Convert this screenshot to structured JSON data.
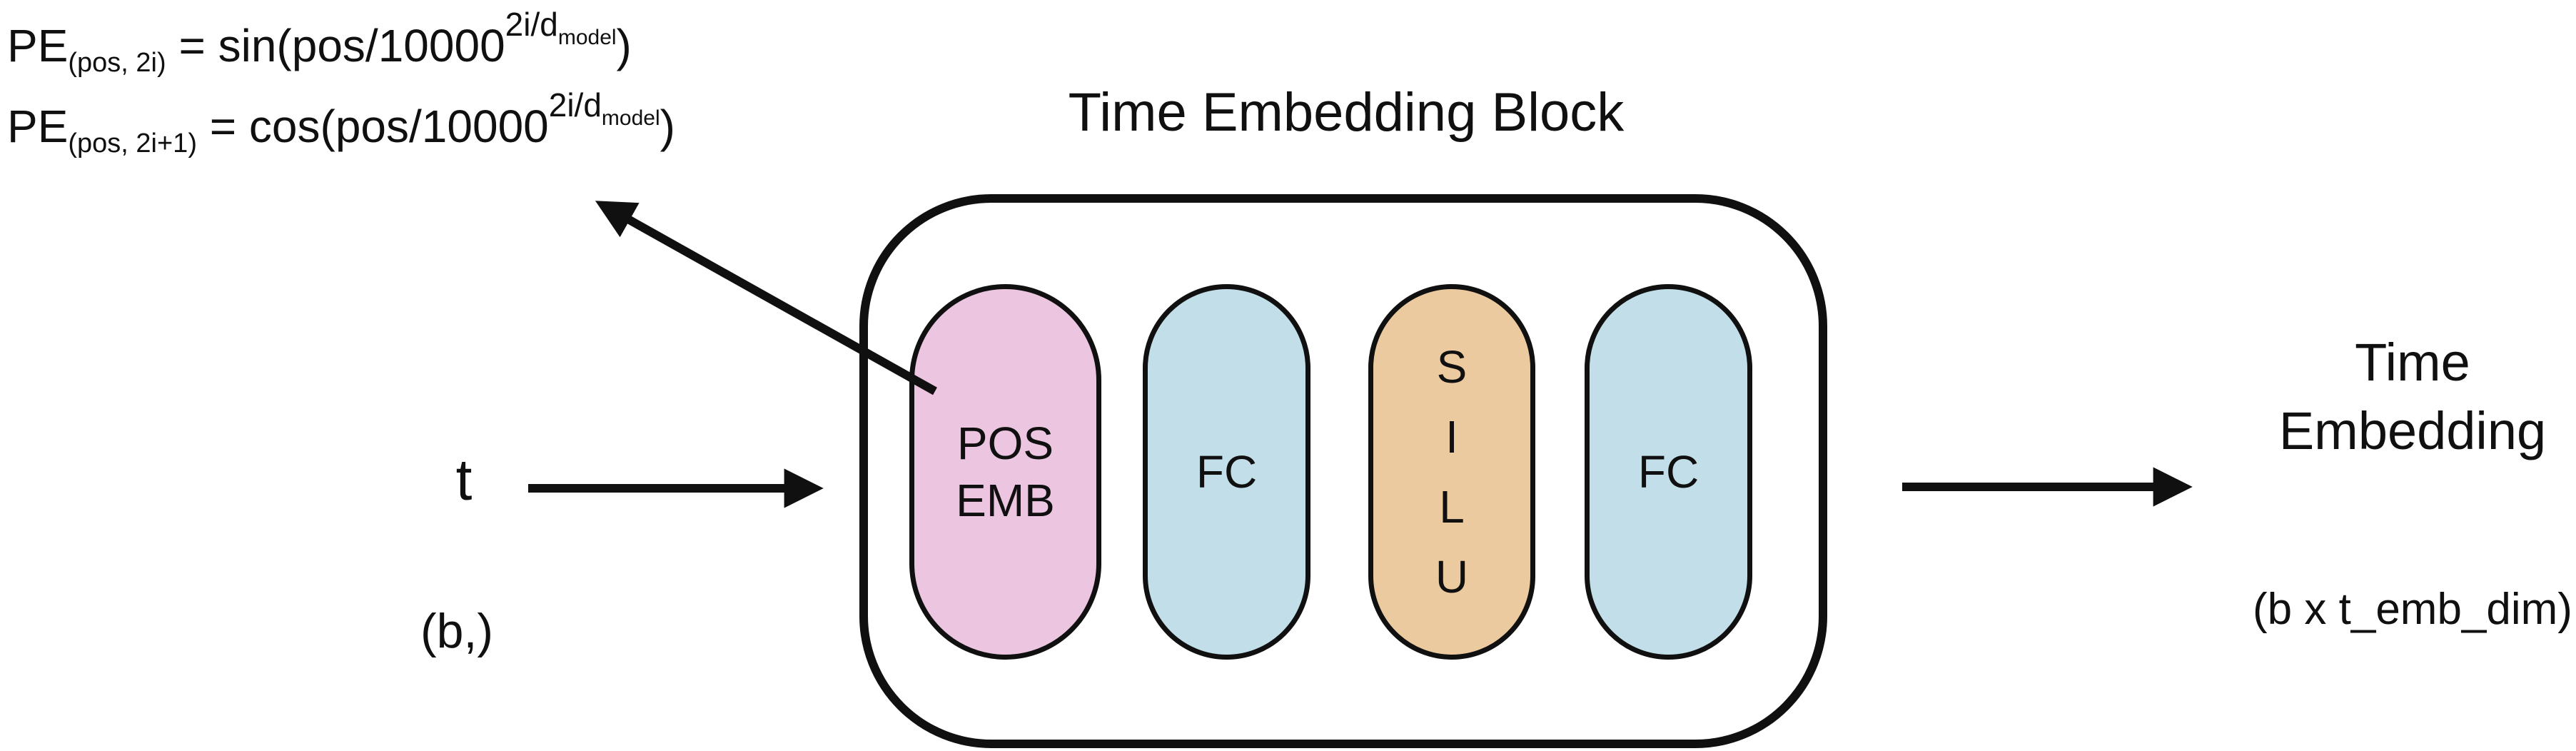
{
  "formulas": {
    "line1": {
      "lhs": "PE",
      "lhs_sub": "(pos, 2i)",
      "rhs": " = sin(pos/10000",
      "exponent": "2i/d",
      "exponent_sub": "model",
      "close": ")"
    },
    "line2": {
      "lhs": "PE",
      "lhs_sub": "(pos, 2i+1)",
      "rhs": " = cos(pos/10000",
      "exponent": "2i/d",
      "exponent_sub": "model",
      "close": ")"
    }
  },
  "block": {
    "title": "Time Embedding Block",
    "outline_color": "#101010",
    "pills": [
      {
        "id": "pos-emb",
        "lines": [
          "POS",
          "EMB"
        ],
        "color": "#ecc5e0"
      },
      {
        "id": "fc-1",
        "lines": [
          "FC"
        ],
        "color": "#c2dee9"
      },
      {
        "id": "silu",
        "lines": [
          "S",
          "I",
          "L",
          "U"
        ],
        "color": "#ecca9f"
      },
      {
        "id": "fc-2",
        "lines": [
          "FC"
        ],
        "color": "#c2dee9"
      }
    ]
  },
  "input": {
    "label": "t",
    "shape": "(b,)"
  },
  "output": {
    "title_lines": [
      "Time",
      "Embedding"
    ],
    "shape": "(b x t_emb_dim)"
  }
}
